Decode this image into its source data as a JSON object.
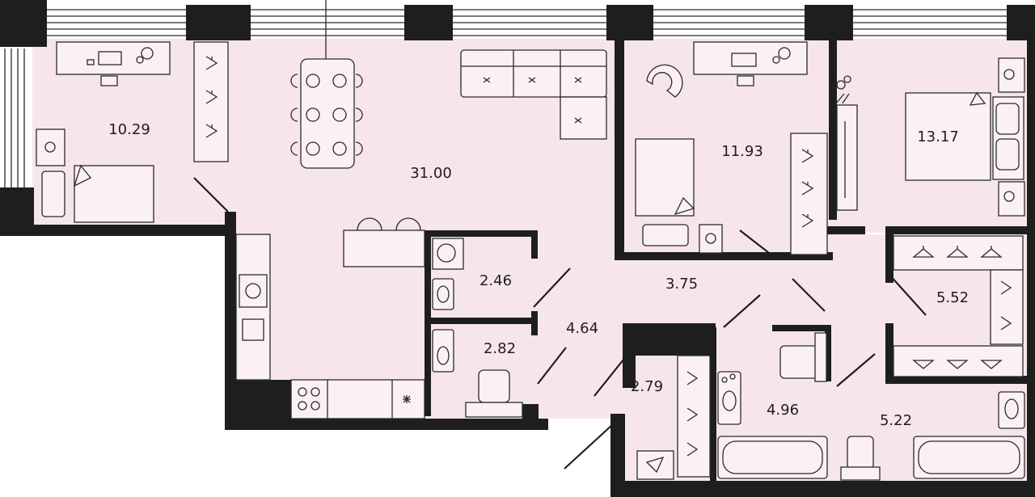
{
  "rooms": [
    {
      "name": "bedroom-left",
      "area": "10.29"
    },
    {
      "name": "living-kitchen",
      "area": "31.00"
    },
    {
      "name": "bedroom-middle",
      "area": "11.93"
    },
    {
      "name": "bedroom-right",
      "area": "13.17"
    },
    {
      "name": "laundry",
      "area": "2.46"
    },
    {
      "name": "bathroom-small",
      "area": "2.82"
    },
    {
      "name": "corridor",
      "area": "4.64"
    },
    {
      "name": "hall",
      "area": "3.75"
    },
    {
      "name": "wardrobe-right",
      "area": "5.52"
    },
    {
      "name": "wardrobe-entry",
      "area": "2.79"
    },
    {
      "name": "bathroom-middle",
      "area": "4.96"
    },
    {
      "name": "bathroom-right",
      "area": "5.22"
    }
  ],
  "colors": {
    "floor": "#f7e6e9",
    "wall": "#1e1e1e",
    "furniture": "#fbf1f3"
  }
}
